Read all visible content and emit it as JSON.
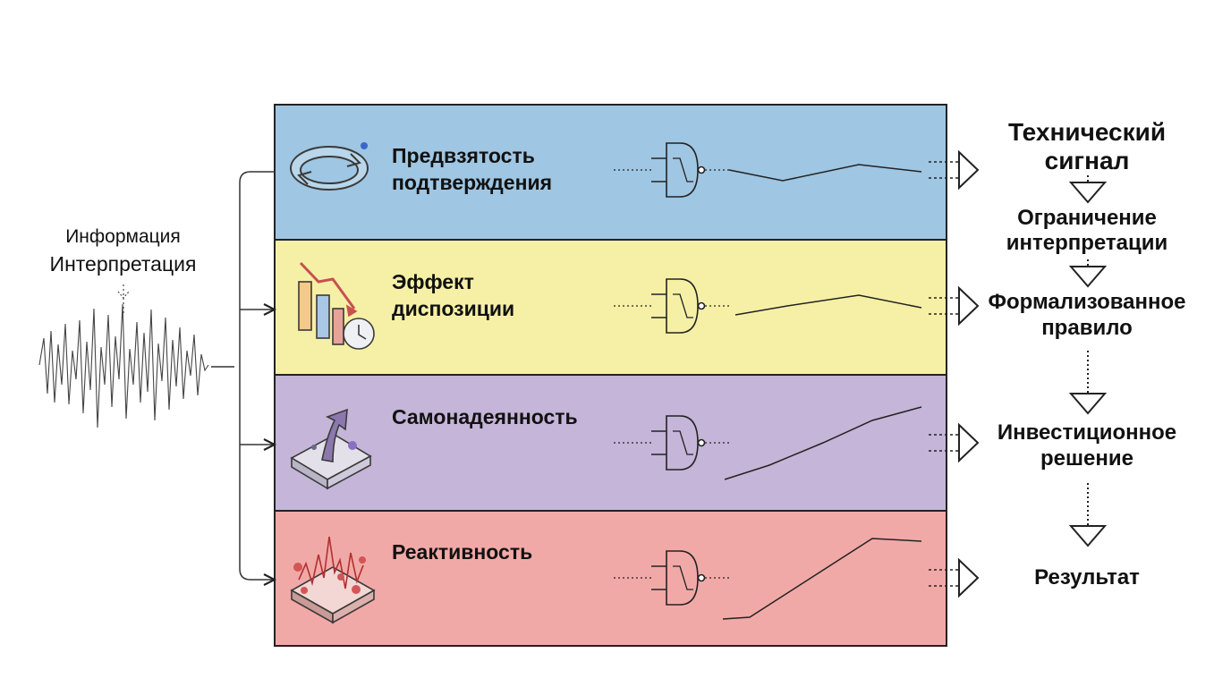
{
  "input": {
    "line1": "Информация",
    "line2": "Интерпретация"
  },
  "bands": [
    {
      "title_line1": "Предвзятость",
      "title_line2": "подтверждения",
      "color": "#9fc6e2",
      "icon": "cycle-arrows-icon"
    },
    {
      "title_line1": "Эффект",
      "title_line2": "диспозиции",
      "color": "#f6f0a6",
      "icon": "declining-bars-clock-icon"
    },
    {
      "title_line1": "Самонадеянность",
      "title_line2": "",
      "color": "#c5b5d8",
      "icon": "rising-arrow-platform-icon"
    },
    {
      "title_line1": "Реактивность",
      "title_line2": "",
      "color": "#f1a9a7",
      "icon": "spike-signal-platform-icon"
    }
  ],
  "stages": [
    {
      "line1": "Технический",
      "line2": "сигнал"
    },
    {
      "line1": "Ограничение",
      "line2": "интерпретации"
    },
    {
      "line1": "Формализованное",
      "line2": "правило"
    },
    {
      "line1": "Инвестиционное",
      "line2": "решение"
    },
    {
      "line1": "Результат",
      "line2": ""
    }
  ]
}
